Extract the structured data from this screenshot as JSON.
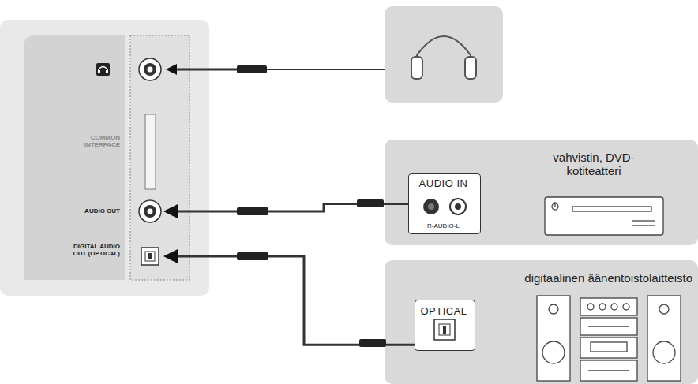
{
  "diagram": {
    "nodes": [
      {
        "text": [
          "COMMON INTERFACE",
          "AUDIO OUT",
          "DIGITAL AUDIO OUT (OPTICAL)"
        ]
      },
      {
        "text": [
          "vahvistin, DVD-kotiteatteri"
        ]
      },
      {
        "text": [
          "AUDIO IN",
          "R-AUDIO-L"
        ],
        "in": 1
      },
      {
        "text": [
          "digitaalinen äänentoistolaitteisto"
        ]
      },
      {
        "text": [
          "OPTICAL"
        ],
        "in": 3
      }
    ],
    "edges": [
      {
        "from": 2,
        "to": 0,
        "arrow": "to"
      },
      {
        "from": 4,
        "to": 0,
        "arrow": "to"
      }
    ]
  }
}
